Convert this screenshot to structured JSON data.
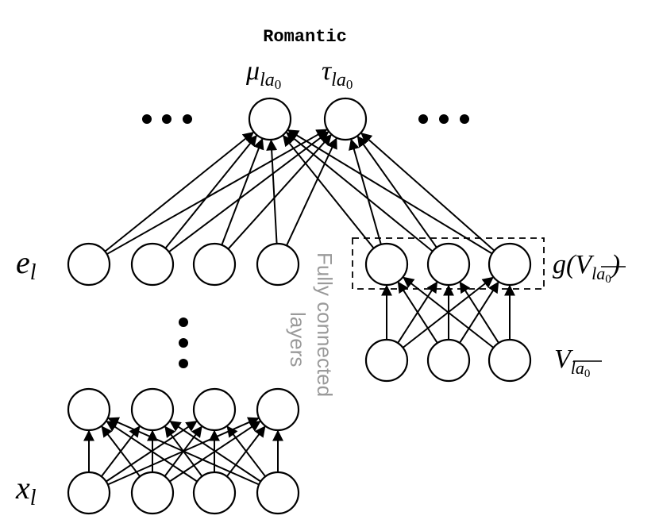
{
  "title": "Romantic",
  "labels": {
    "mu_main": "μ",
    "mu_sub": "la",
    "mu_subsub": "0",
    "tau_main": "τ",
    "tau_sub": "la",
    "tau_subsub": "0",
    "e_main": "e",
    "e_sub": "l",
    "x_main": "x",
    "x_sub": "l",
    "g_prefix": "g(V",
    "g_sub": "la",
    "g_subsub": "0",
    "g_suffix": ")",
    "v_main": "V",
    "v_sub": "la",
    "v_subsub": "0"
  },
  "side_text": {
    "line1": "Fully connected",
    "line2": "layers"
  }
}
